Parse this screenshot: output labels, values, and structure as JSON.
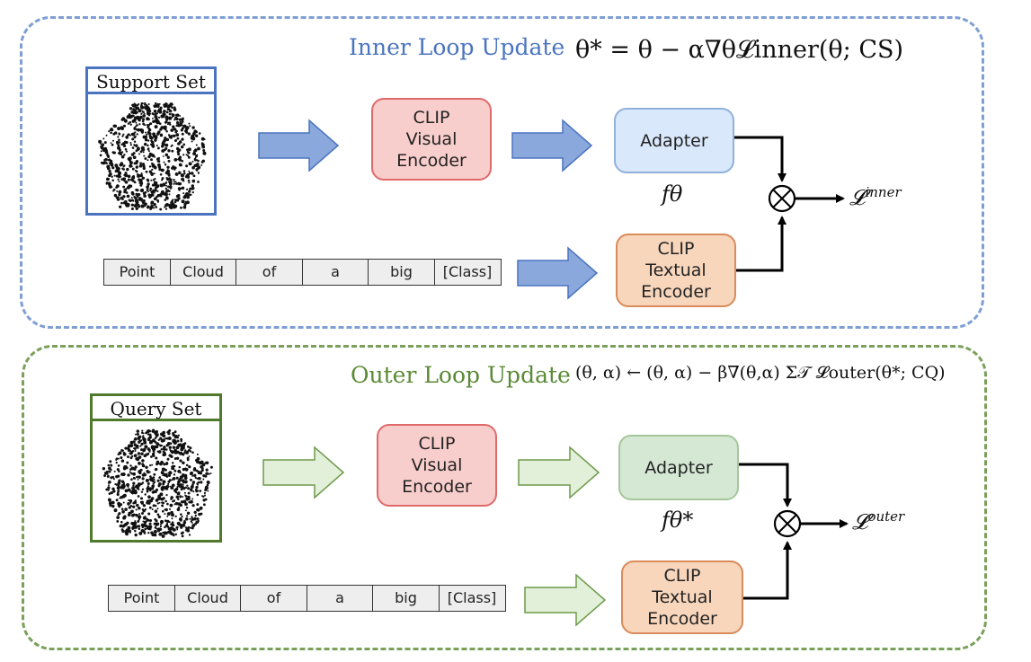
{
  "inner_loop": {
    "title": "Inner Loop Update",
    "formula": {
      "lhs": "θ*",
      "rhs": "θ − α∇θ𝓛inner(θ; CS)"
    },
    "set_label": "Support Set",
    "visual_encoder_lines": [
      "CLIP",
      "Visual",
      "Encoder"
    ],
    "adapter_label": "Adapter",
    "param_label": "fθ",
    "text_encoder_lines": [
      "CLIP",
      "Textual",
      "Encoder"
    ],
    "prompt_tokens": [
      "Point",
      "Cloud",
      "of",
      "a",
      "big",
      "[Class]"
    ],
    "loss": {
      "base": "𝓛",
      "sup": "inner"
    }
  },
  "outer_loop": {
    "title": "Outer Loop Update",
    "formula": "(θ, α) ← (θ, α) − β∇(θ,α) Σ𝒯 𝓛outer(θ*; CQ)",
    "set_label": "Query Set",
    "visual_encoder_lines": [
      "CLIP",
      "Visual",
      "Encoder"
    ],
    "adapter_label": "Adapter",
    "param_label": "fθ*",
    "text_encoder_lines": [
      "CLIP",
      "Textual",
      "Encoder"
    ],
    "prompt_tokens": [
      "Point",
      "Cloud",
      "of",
      "a",
      "big",
      "[Class]"
    ],
    "loss": {
      "base": "𝓛",
      "sup": "outer"
    }
  },
  "colors": {
    "inner_accent": "#4a74c0",
    "outer_accent": "#5b8a36",
    "inner_arrow_fill": "#8aa8dc",
    "outer_arrow_fill": "#e2efd9",
    "encoder_pink": "#f8cecc",
    "adapter_blue": "#dae8fc",
    "adapter_green": "#d5e8d4",
    "encoder_orange": "#f8d6bc"
  }
}
